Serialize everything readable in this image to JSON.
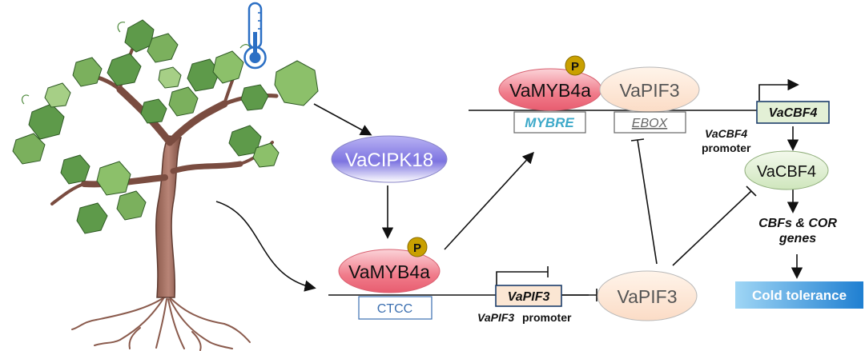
{
  "labels": {
    "vacipk18": "VaCIPK18",
    "vamyb4a_top": "VaMYB4a",
    "vapif3_top": "VaPIF3",
    "vamyb4a_bottom": "VaMYB4a",
    "vapif3_bottom": "VaPIF3",
    "vacbf4_protein": "VaCBF4",
    "phospho_top": "P",
    "phospho_bottom": "P",
    "mybre": "MYBRE",
    "ebox": "EBOX",
    "ctcc": "CTCC",
    "vacbf4_gene": "VaCBF4",
    "vapif3_gene": "VaPIF3",
    "vacbf4_promoter_italic": "VaCBF4",
    "promoter_word": "promoter",
    "vapif3_promoter_italic": "VaPIF3",
    "vapif3_promoter_word": "promoter",
    "cbfs_cor_line1": "CBFs & COR",
    "cbfs_cor_line2": "genes",
    "cold_tolerance": "Cold tolerance"
  },
  "icons": [
    "thermometer-icon",
    "grapevine-plant-illustration"
  ],
  "colors": {
    "cipk_fill": "#8c85e6",
    "myb_fill": "#f07b8a",
    "pif_fill": "#fbe3d0",
    "cbf_fill": "#d9ecc9",
    "mybre_text": "#3da9c9",
    "phospho_fill": "#c9a000",
    "cold_bar": "#2f8fd8",
    "thermo": "#2b6fc4"
  }
}
